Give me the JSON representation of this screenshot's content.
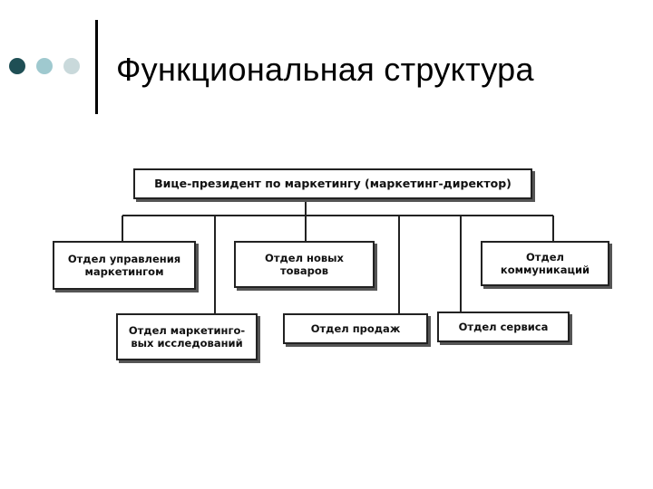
{
  "slide": {
    "title": "Функциональная структура",
    "accent_dots": [
      "#1f4f55",
      "#9fc9cf",
      "#c9d9db"
    ]
  },
  "org_chart": {
    "root": "Вице-президент по маркетингу (маркетинг-директор)",
    "departments": [
      "Отдел управления\nмаркетингом",
      "Отдел новых\nтоваров",
      "Отдел\nкоммуникаций",
      "Отдел маркетинго-\nвых исследований",
      "Отдел продаж",
      "Отдел сервиса"
    ]
  }
}
